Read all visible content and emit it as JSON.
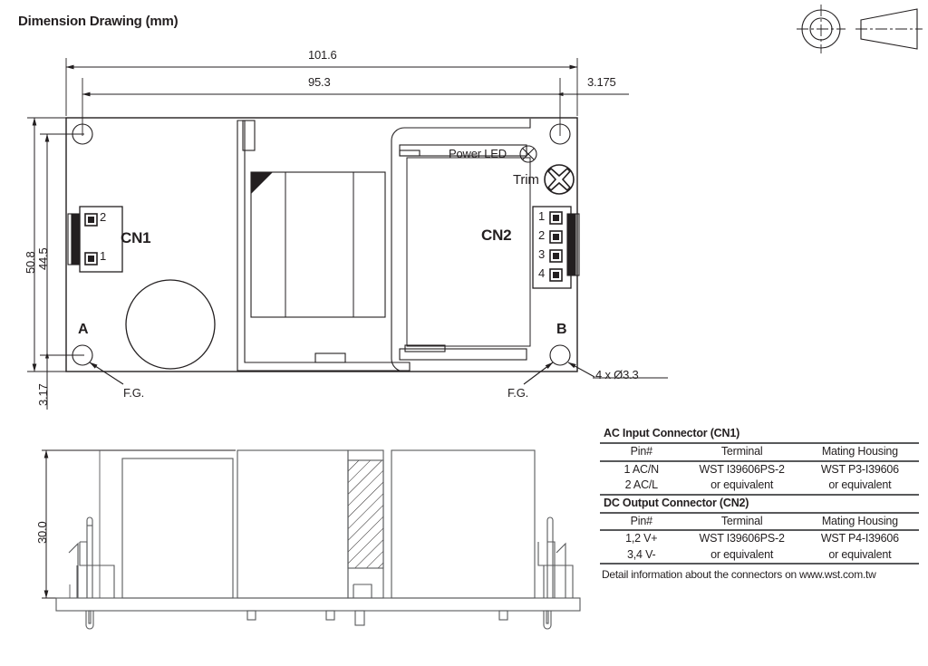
{
  "title": "Dimension Drawing (mm)",
  "top_view": {
    "dimensions": {
      "overall_width": "101.6",
      "mounting_hole_span_width": "95.3",
      "edge_offset": "3.175",
      "overall_height": "50.8",
      "mounting_hole_span_height": "44.5",
      "bottom_offset": "3.17"
    },
    "labels": {
      "cn1": "CN1",
      "cn2": "CN2",
      "power_led": "Power LED",
      "trim": "Trim",
      "hole_a": "A",
      "hole_b": "B",
      "fg_left": "F.G.",
      "fg_right": "F.G.",
      "hole_note": "4 x Ø3.3"
    },
    "cn1_pins": [
      "2",
      "1"
    ],
    "cn2_pins": [
      "1",
      "2",
      "3",
      "4"
    ]
  },
  "side_view": {
    "dimensions": {
      "height": "30.0"
    }
  },
  "tables": [
    {
      "section_title": "AC Input Connector (CN1)",
      "headers": [
        "Pin#",
        "Terminal",
        "Mating Housing"
      ],
      "rows": [
        [
          "1 AC/N",
          "WST I39606PS-2",
          "WST P3-I39606"
        ],
        [
          "2 AC/L",
          "or equivalent",
          "or equivalent"
        ]
      ]
    },
    {
      "section_title": "DC Output Connector (CN2)",
      "headers": [
        "Pin#",
        "Terminal",
        "Mating Housing"
      ],
      "rows": [
        [
          "1,2 V+",
          "WST I39606PS-2",
          "WST P4-I39606"
        ],
        [
          "3,4 V-",
          "or equivalent",
          "or equivalent"
        ]
      ]
    }
  ],
  "footnote": "Detail information about the connectors on www.wst.com.tw",
  "colors": {
    "line": "#231f20",
    "line_light": "#6d6e71",
    "rule": "#58595b",
    "background": "#ffffff"
  }
}
